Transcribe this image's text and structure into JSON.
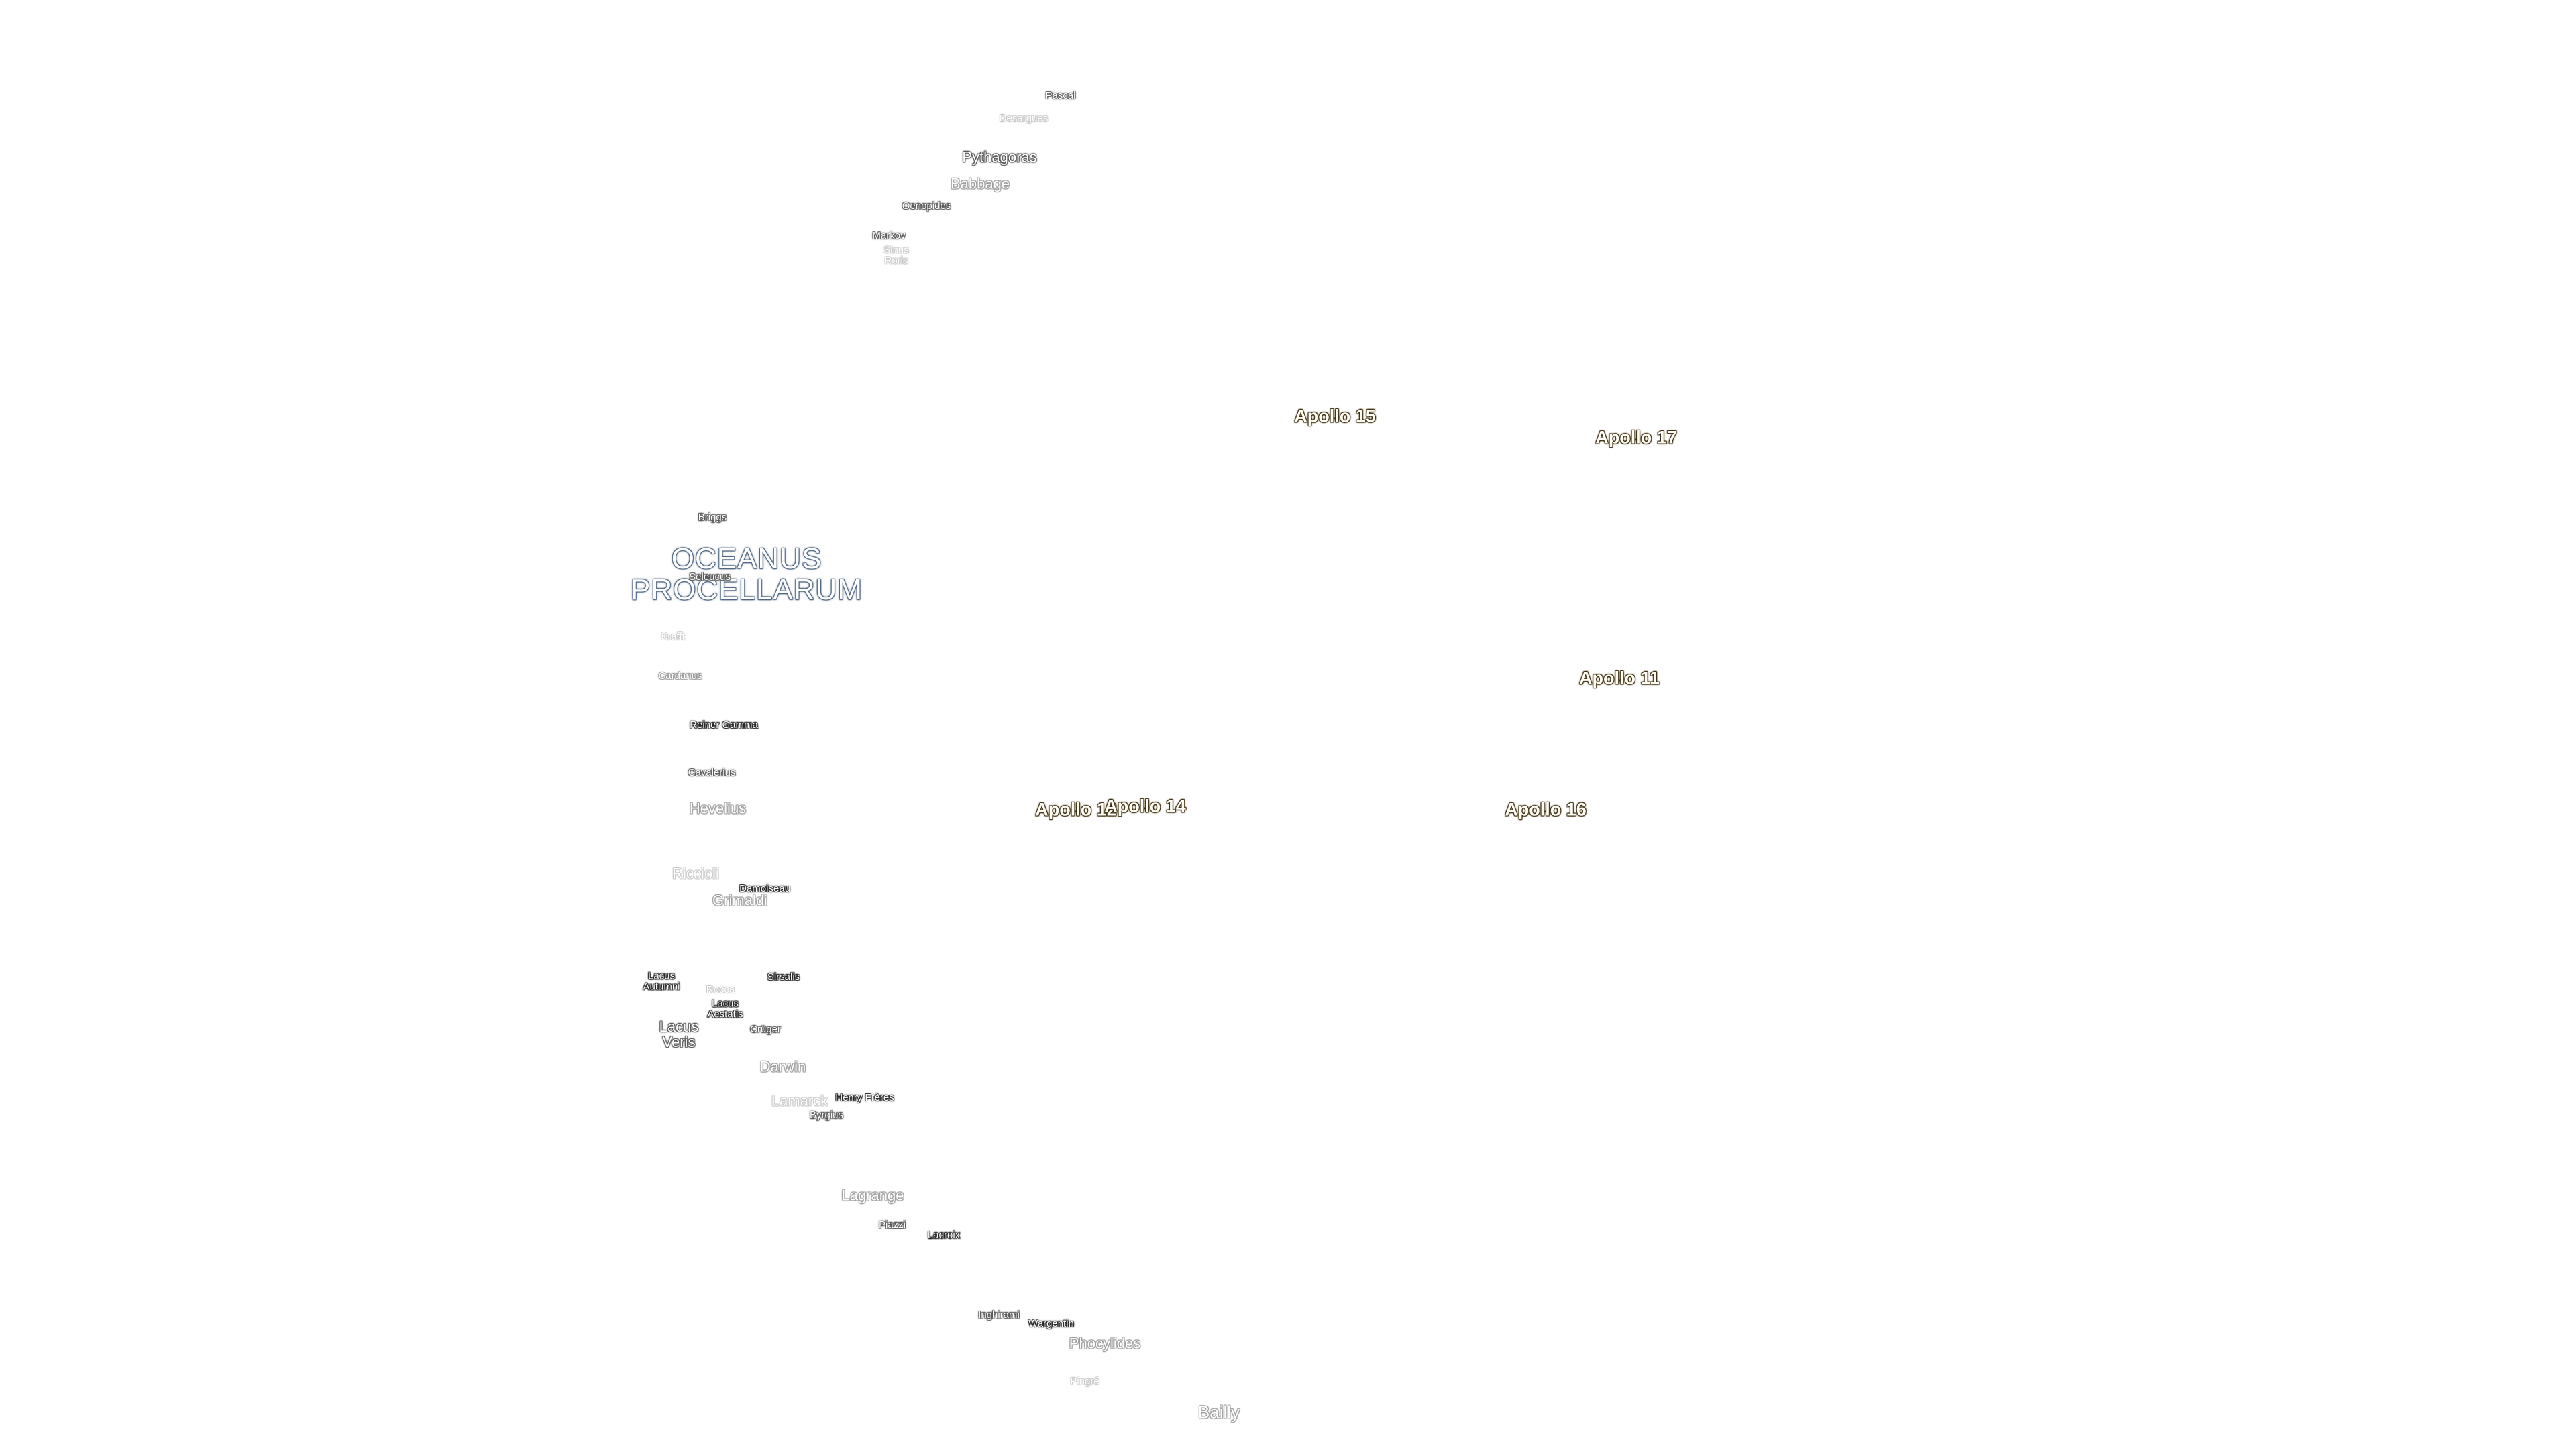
{
  "map": {
    "colors": {
      "background": "#ffffff",
      "apollo_halo": "#3a2c10",
      "sea_halo": "#4d6480",
      "crater_halo_dark": "#222222",
      "crater_halo_light": "#999999"
    },
    "sea": {
      "name_line1": "OCEANUS",
      "name_line2": "PROCELLARUM"
    },
    "apollo_sites": [
      {
        "id": "apollo-11",
        "label": "Apollo 11"
      },
      {
        "id": "apollo-12",
        "label": "Apollo 12"
      },
      {
        "id": "apollo-14",
        "label": "Apollo 14"
      },
      {
        "id": "apollo-15",
        "label": "Apollo 15"
      },
      {
        "id": "apollo-16",
        "label": "Apollo 16"
      },
      {
        "id": "apollo-17",
        "label": "Apollo 17"
      }
    ],
    "features": {
      "pascal": "Pascal",
      "desargues": "Desargues",
      "pythagoras": "Pythagoras",
      "babbage": "Babbage",
      "oenopides": "Oenopides",
      "markov": "Markov",
      "sinus_roris_1": "Sinus",
      "sinus_roris_2": "Roris",
      "briggs": "Briggs",
      "seleucus": "Seleucus",
      "krafft": "Krafft",
      "cardanus": "Cardanus",
      "reiner_gamma": "Reiner Gamma",
      "cavalerius": "Cavalerius",
      "hevelius": "Hevelius",
      "riccioli": "Riccioli",
      "damoiseau": "Damoiseau",
      "grimaldi": "Grimaldi",
      "lacus_autumni_1": "Lacus",
      "lacus_autumni_2": "Autumni",
      "sirsalis": "Sirsalis",
      "rocca": "Rocca",
      "lacus_aestatis_1": "Lacus",
      "lacus_aestatis_2": "Aestatis",
      "lacus_veris_1": "Lacus",
      "lacus_veris_2": "Veris",
      "cruger": "Crüger",
      "darwin": "Darwin",
      "lamarck": "Lamarck",
      "henry_freres": "Henry Frères",
      "byrgius": "Byrgius",
      "lagrange": "Lagrange",
      "piazzi": "Piazzi",
      "lacroix": "Lacroix",
      "inghirami": "Inghirami",
      "wargentin": "Wargentin",
      "phocylides": "Phocylides",
      "pingre": "Pingré",
      "bailly": "Bailly"
    }
  }
}
